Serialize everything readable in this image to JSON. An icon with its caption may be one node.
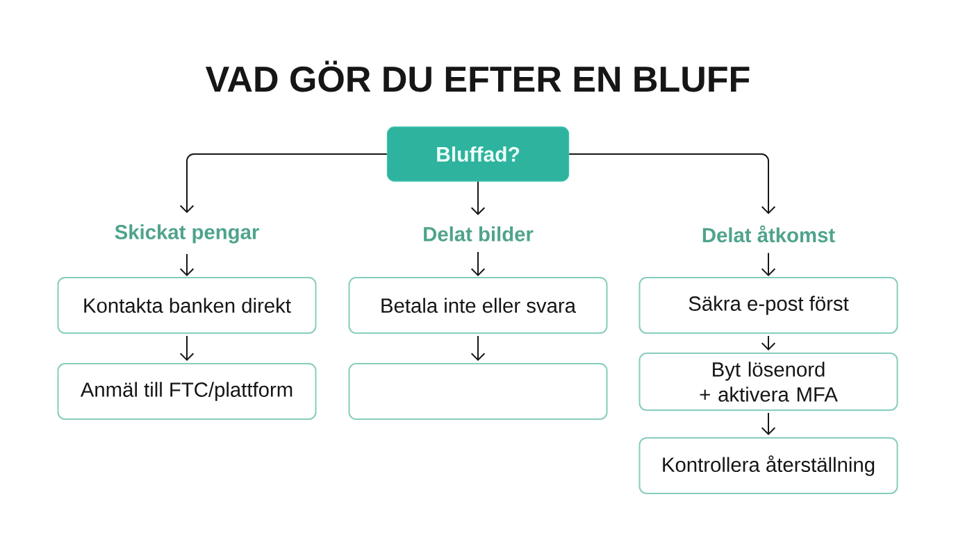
{
  "diagram": {
    "title": "VAD GÖR DU EFTER EN BLUFF",
    "nodes": [
      {
        "text": [
          "Bluffad?"
        ]
      },
      {
        "text": [
          "Skickat pengar"
        ]
      },
      {
        "text": [
          "Delat bilder"
        ]
      },
      {
        "text": [
          "Delat åtkomst"
        ]
      },
      {
        "text": [
          "Kontakta banken direkt"
        ]
      },
      {
        "text": [
          "Anmäl till FTC/plattform"
        ]
      },
      {
        "text": [
          "Betala inte eller svara"
        ]
      },
      {
        "text": [],
        "shape": "box"
      },
      {
        "text": [
          "Säkra e-post först"
        ]
      },
      {
        "text": [
          "Byt lösenord + aktivera MFA"
        ]
      },
      {
        "text": [
          "Kontrollera återställning"
        ]
      }
    ],
    "edges": [
      {
        "from": 0,
        "to": 1,
        "arrow": "to"
      },
      {
        "from": 0,
        "to": 2,
        "arrow": "to"
      },
      {
        "from": 0,
        "to": 3,
        "arrow": "to"
      },
      {
        "from": 1,
        "to": 4,
        "arrow": "to"
      },
      {
        "from": 4,
        "to": 5,
        "arrow": "to"
      },
      {
        "from": 2,
        "to": 6,
        "arrow": "to"
      },
      {
        "from": 6,
        "to": 7,
        "arrow": "to"
      },
      {
        "from": 3,
        "to": 8,
        "arrow": "to"
      },
      {
        "from": 8,
        "to": 9,
        "arrow": "to"
      },
      {
        "from": 9,
        "to": 10,
        "arrow": "to"
      }
    ]
  }
}
